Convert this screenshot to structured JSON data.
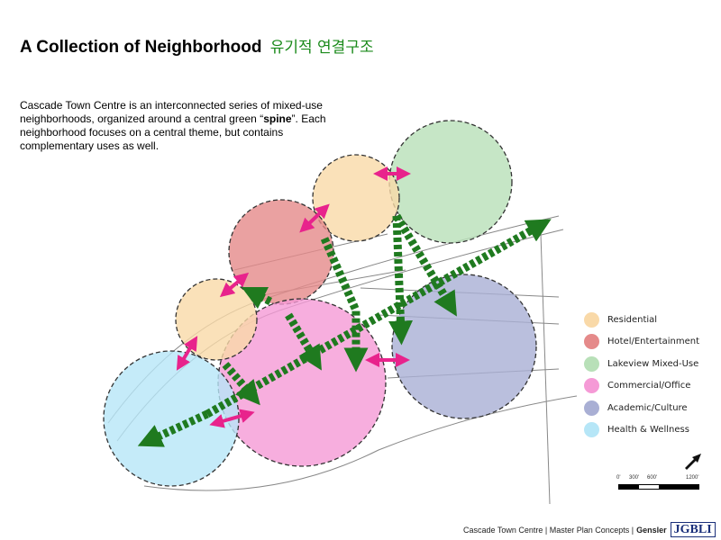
{
  "title": {
    "english": "A Collection of Neighborhood",
    "korean": "유기적 연결구조"
  },
  "description": {
    "part1": "Cascade Town Centre is an interconnected series of mixed-use neighborhoods, organized around a central green “",
    "bold": "spine",
    "part2": "”. Each neighborhood focuses on a central theme, but contains complementary uses as well."
  },
  "legend": [
    {
      "label": "Residential",
      "color": "#f9d9a8"
    },
    {
      "label": "Hotel/Entertainment",
      "color": "#e58a8a"
    },
    {
      "label": "Lakeview Mixed-Use",
      "color": "#b8e0b8"
    },
    {
      "label": "Commercial/Office",
      "color": "#f59ad6"
    },
    {
      "label": "Academic/Culture",
      "color": "#a9afd4"
    },
    {
      "label": "Health & Wellness",
      "color": "#b6e6f7"
    }
  ],
  "scale": {
    "labels": [
      "0'",
      "300'",
      "600'",
      "1200'"
    ]
  },
  "footer": {
    "text": "Cascade Town Centre | Master Plan Concepts |",
    "brand": "Gensler",
    "logo": "JGBLI"
  },
  "colors": {
    "connector": "#e8238c",
    "spine": "#1f7a1f"
  }
}
